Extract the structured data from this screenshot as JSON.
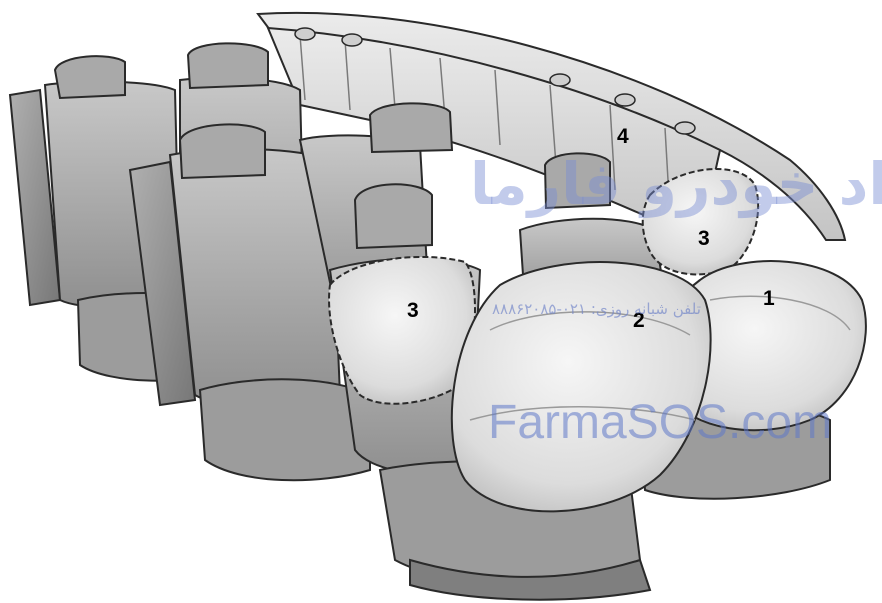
{
  "callouts": {
    "c1": "1",
    "c2": "2",
    "c3_left": "3",
    "c3_right": "3",
    "c4": "4"
  },
  "watermark": {
    "logo_text": "امداد خودرو فارما",
    "phone_text": "تلفن شبانه روزی: ۰۲۱-۸۸۸۶۲۰۸۵",
    "site_text": "FarmaSOS.com"
  },
  "colors": {
    "seat_fill": "#b9b9b9",
    "seat_shade": "#8e8e8e",
    "airbag_fill": "#e4e4e4",
    "curtain_fill": "#d8d8d8",
    "outline": "#2a2a2a",
    "watermark_blue": "#6f86cf"
  }
}
